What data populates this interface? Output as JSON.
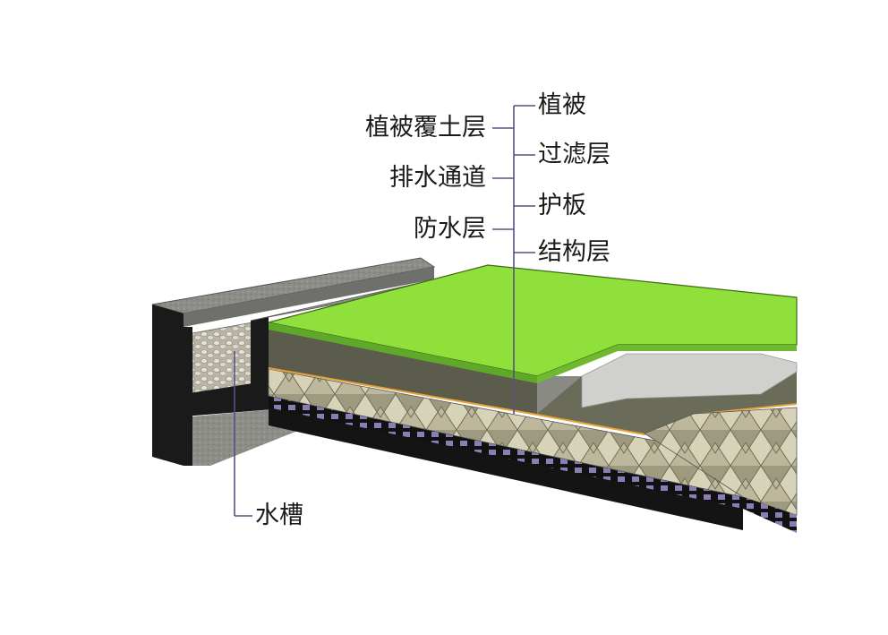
{
  "labels": {
    "vegetation_soil": "植被覆土层",
    "drainage_channel": "排水通道",
    "waterproof_layer": "防水层",
    "vegetation": "植被",
    "filter_layer": "过滤层",
    "protection_board": "护板",
    "structural_layer": "结构层",
    "gutter": "水槽"
  },
  "colors": {
    "vegetation": "#8fe03a",
    "soil": "#6b6b5a",
    "soil_dark": "#4f4f42",
    "filter": "#e7a23a",
    "drain_cells": "#d9d6bf",
    "concrete": "#9a9a96",
    "concrete_dark": "#7c7c78",
    "membrane": "#111111",
    "leader": "#6a5f8e"
  }
}
